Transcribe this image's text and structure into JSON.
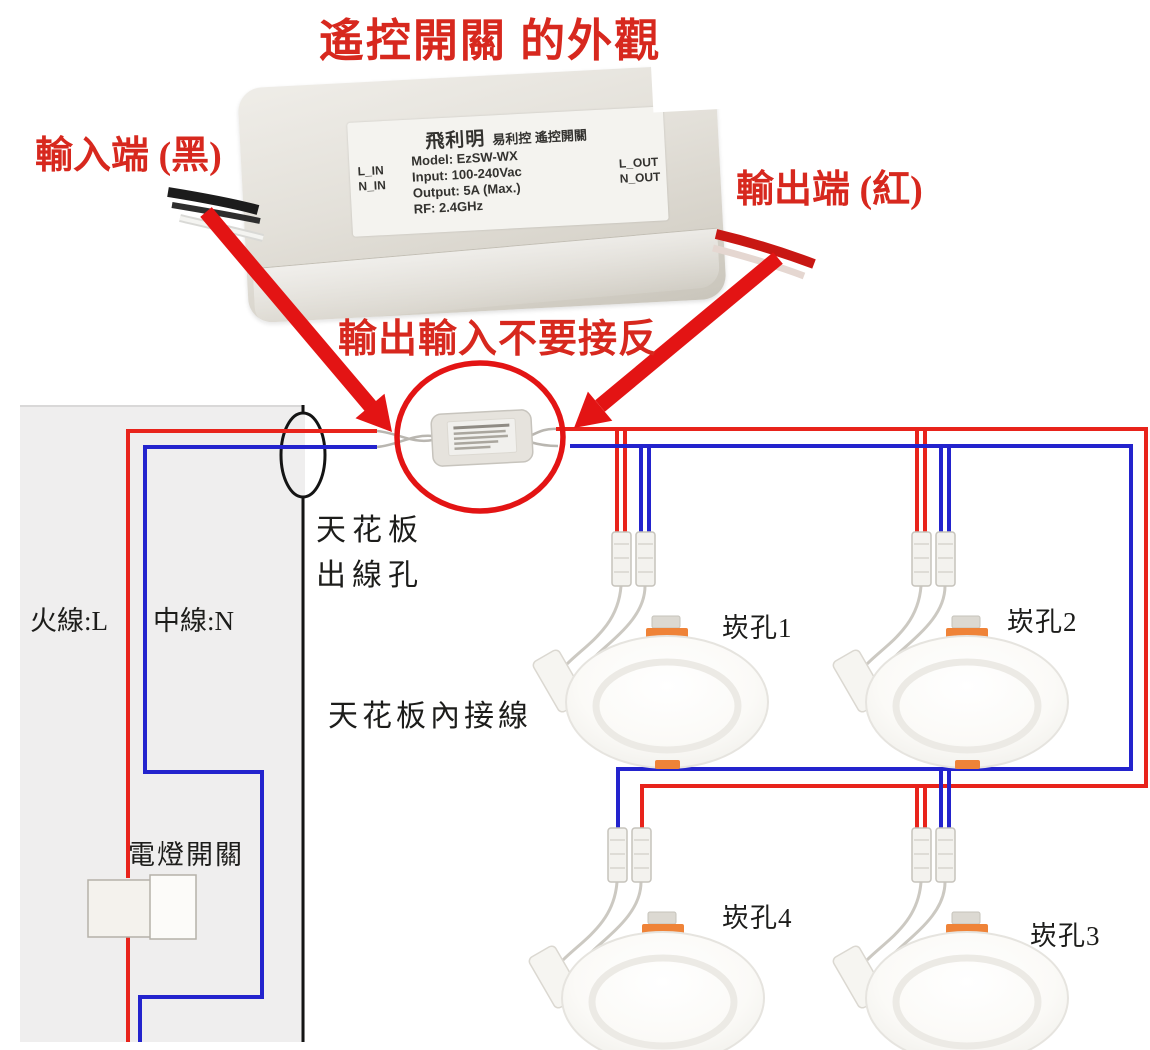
{
  "title": "遙控開關 的外觀",
  "annotations": {
    "input_label": "輸入端 (黑)",
    "output_label": "輸出端 (紅)",
    "warning": "輸出輸入不要接反"
  },
  "device_label": {
    "brand": "飛利明",
    "series": "易利控 遙控開關",
    "model": "Model: EzSW-WX",
    "input": "Input: 100-240Vac",
    "output": "Output: 5A (Max.)",
    "rf": "RF: 2.4GHz",
    "l_in": "L_IN",
    "n_in": "N_IN",
    "l_out": "L_OUT",
    "n_out": "N_OUT"
  },
  "diagram": {
    "ceiling_hole_line1": "天花板",
    "ceiling_hole_line2": "出線孔",
    "live_label": "火線:L",
    "neutral_label": "中線:N",
    "inner_wiring_label": "天花板內接線",
    "switch_label": "電燈開關",
    "lights": [
      {
        "label": "崁孔1"
      },
      {
        "label": "崁孔2"
      },
      {
        "label": "崁孔3"
      },
      {
        "label": "崁孔4"
      }
    ]
  },
  "colors": {
    "annotation_red": "#d7281e",
    "live_red": "#e8231b",
    "neutral_blue": "#2323cd",
    "marker_red": "#e31414"
  }
}
